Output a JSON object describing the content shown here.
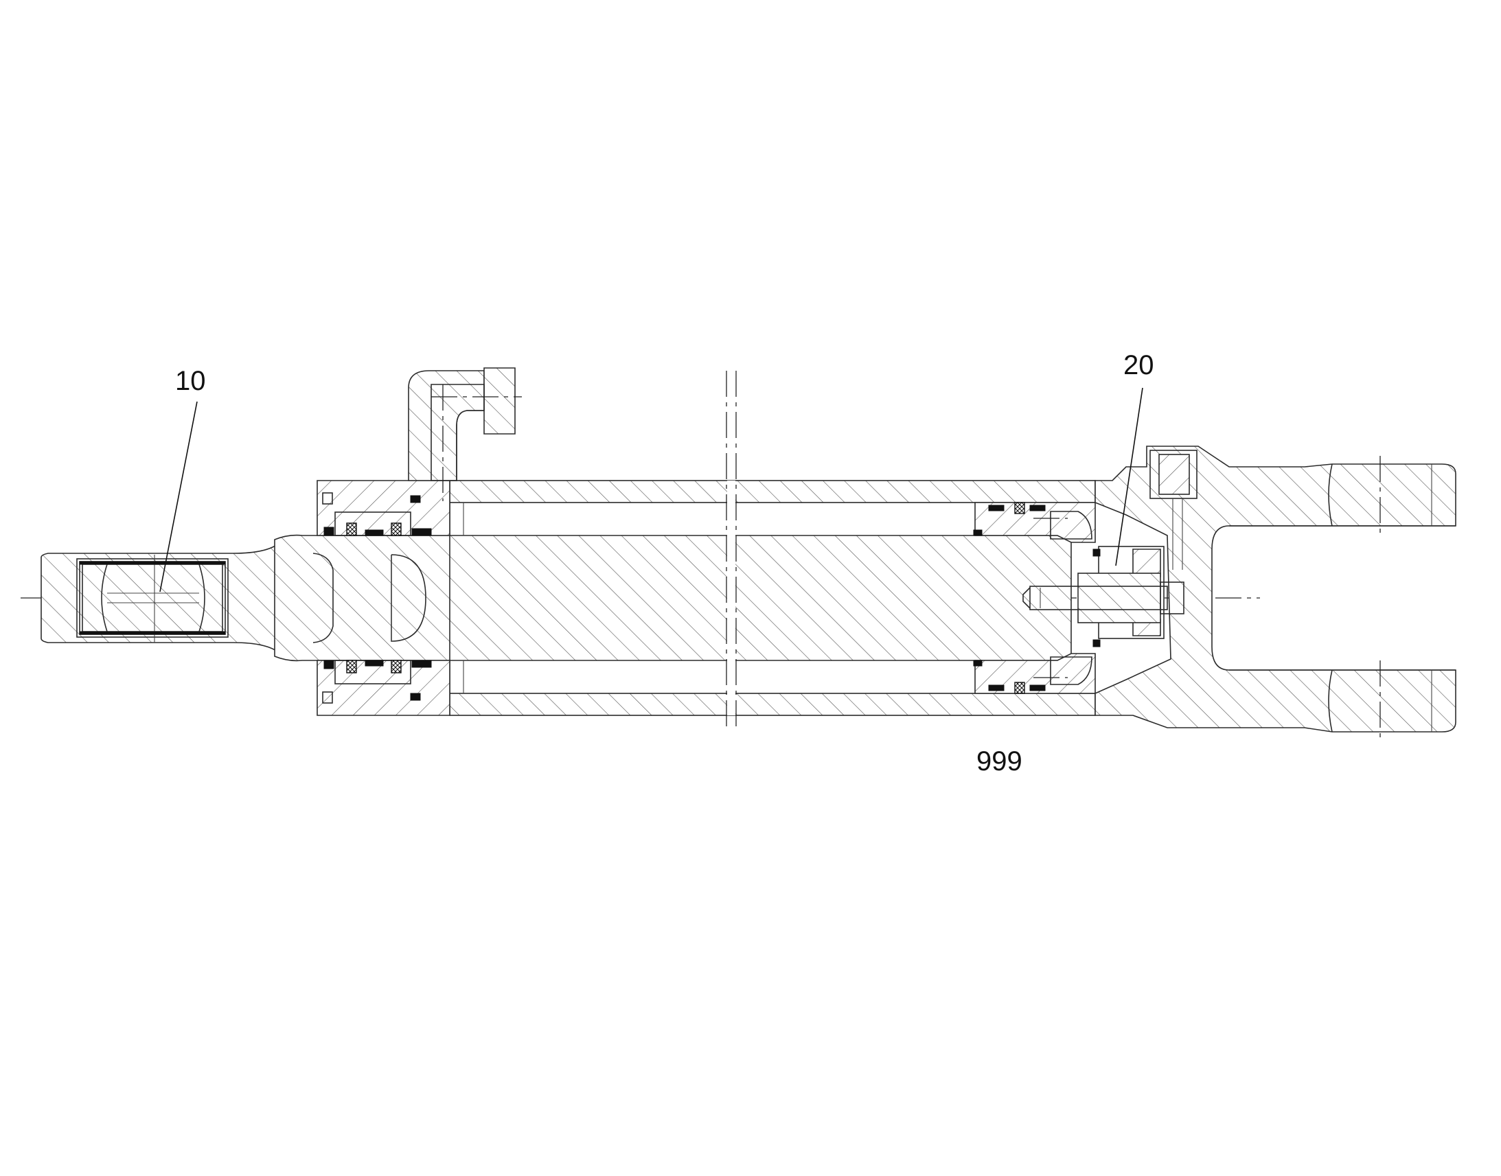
{
  "callouts": {
    "item_10": "10",
    "item_20": "20",
    "assembly_999": "999"
  }
}
